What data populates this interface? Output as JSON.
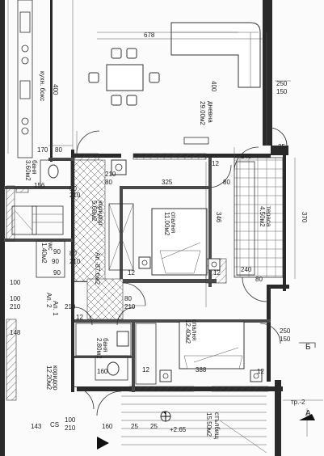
{
  "plan": {
    "rooms": [
      {
        "id": "living",
        "name": "дневна",
        "area": "29.00м2"
      },
      {
        "id": "kitchen",
        "name": "кухн. бокс",
        "area": ""
      },
      {
        "id": "bath_top",
        "name": "баня",
        "area": "3.60м2"
      },
      {
        "id": "corridor",
        "name": "коридор",
        "area": "5.60м2"
      },
      {
        "id": "wc",
        "name": "wc",
        "area": "1.40м2"
      },
      {
        "id": "bedroom1",
        "name": "спалня",
        "area": "11.00м2"
      },
      {
        "id": "terrace",
        "name": "тераса",
        "area": "4.50м2"
      },
      {
        "id": "bath_bottom",
        "name": "баня",
        "area": "2.80м2"
      },
      {
        "id": "bedroom2",
        "name": "спалня",
        "area": "12.40м2"
      },
      {
        "id": "corridor_bottom",
        "name": "коридор",
        "area": "12.20м2"
      },
      {
        "id": "stairwell",
        "name": "стълбищ",
        "area": "15.50м2"
      },
      {
        "id": "ap",
        "name": "Ап.-87.6м2",
        "area": ""
      },
      {
        "id": "ap2",
        "name": "Ап. 2",
        "area": ""
      },
      {
        "id": "ap1",
        "name": "Ап. 1",
        "area": ""
      }
    ],
    "dimensions": [
      "678",
      "400",
      "400",
      "325",
      "346",
      "250",
      "150",
      "370",
      "240",
      "80",
      "170",
      "80",
      "156",
      "12",
      "25",
      "80",
      "210",
      "100",
      "90",
      "148",
      "160",
      "80",
      "210",
      "90",
      "210",
      "388",
      "250",
      "150",
      "100",
      "210",
      "143",
      "160",
      "25",
      "100",
      "210",
      "12",
      "12",
      "25",
      "12",
      "12",
      "210",
      "12",
      "80",
      "240",
      "80",
      "210",
      "80",
      "90"
    ],
    "labels": {
      "elev_plus": "+2.65",
      "section_b": "Б",
      "section_a": "A",
      "cs": "CS",
      "tr": "тр.-2"
    }
  }
}
